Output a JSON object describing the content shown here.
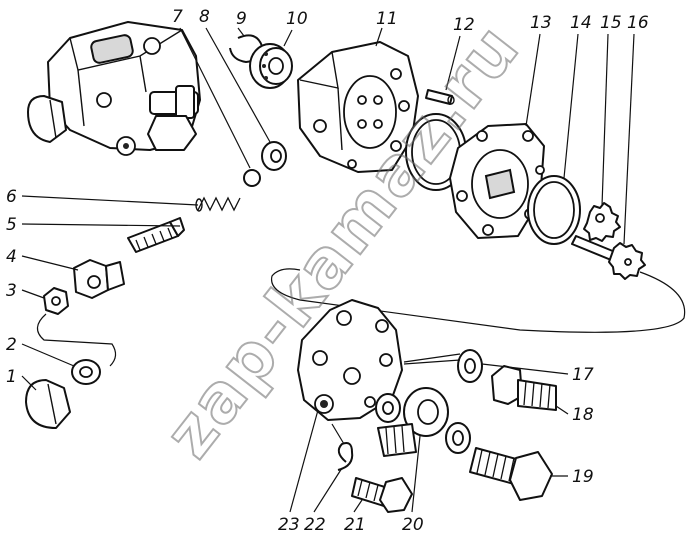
{
  "diagram": {
    "labels": [
      {
        "id": "1",
        "text": "1"
      },
      {
        "id": "2",
        "text": "2"
      },
      {
        "id": "3",
        "text": "3"
      },
      {
        "id": "4",
        "text": "4"
      },
      {
        "id": "5",
        "text": "5"
      },
      {
        "id": "6",
        "text": "6"
      },
      {
        "id": "7",
        "text": "7"
      },
      {
        "id": "8",
        "text": "8"
      },
      {
        "id": "9",
        "text": "9"
      },
      {
        "id": "10",
        "text": "10"
      },
      {
        "id": "11",
        "text": "11"
      },
      {
        "id": "12",
        "text": "12"
      },
      {
        "id": "13",
        "text": "13"
      },
      {
        "id": "14",
        "text": "14"
      },
      {
        "id": "15",
        "text": "15"
      },
      {
        "id": "16",
        "text": "16"
      },
      {
        "id": "17",
        "text": "17"
      },
      {
        "id": "18",
        "text": "18"
      },
      {
        "id": "19",
        "text": "19"
      },
      {
        "id": "20",
        "text": "20"
      },
      {
        "id": "21",
        "text": "21"
      },
      {
        "id": "22",
        "text": "22"
      },
      {
        "id": "23",
        "text": "23"
      }
    ],
    "watermark": "zap-kamaz.ru"
  }
}
